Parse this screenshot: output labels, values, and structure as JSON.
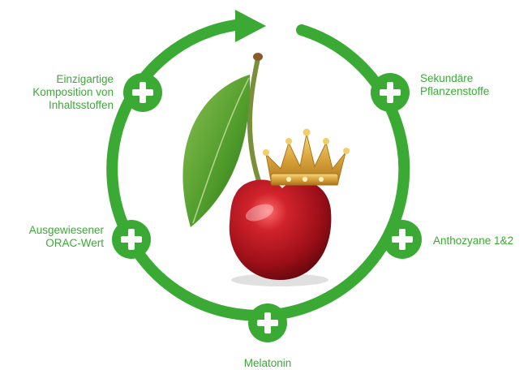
{
  "colors": {
    "green": "#3aaa35",
    "cherry": "#b5121b",
    "leaf": "#5a9e2f",
    "crown": "#d8a23a"
  },
  "icons": {
    "plus": "plus-icon",
    "arrow": "arrow-icon",
    "cherry": "cherry-illustration",
    "crown": "crown-illustration"
  },
  "labels": {
    "top_left": [
      "Einzigartige",
      "Komposition von",
      "Inhaltsstoffen"
    ],
    "top_right": [
      "Sekundäre",
      "Pflanzenstoffe"
    ],
    "mid_left": [
      "Ausgewiesener",
      "ORAC-Wert"
    ],
    "mid_right": [
      "Anthozyane 1&2"
    ],
    "bottom": [
      "Melatonin"
    ]
  }
}
